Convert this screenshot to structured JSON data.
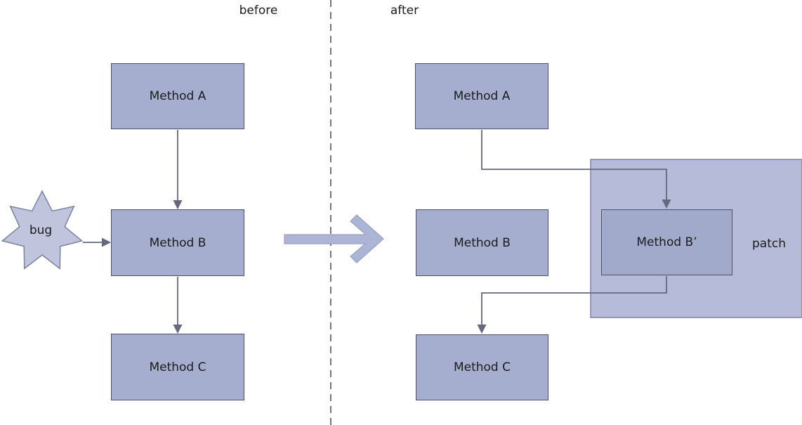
{
  "diagram": {
    "title_left": "before",
    "title_right": "after",
    "bug_label": "bug",
    "patch_label": "patch",
    "left_column": {
      "box_a": "Method A",
      "box_b": "Method B",
      "box_c": "Method C"
    },
    "right_column": {
      "box_a": "Method A",
      "box_b": "Method B",
      "box_b_patched": "Method B’",
      "box_c": "Method C"
    }
  },
  "colors": {
    "box_fill": "#a6aed0",
    "box_border": "#4d5068",
    "box_fill_patched": "#a2aacc",
    "patch_fill": "#b5bbd8",
    "patch_border": "#7e82a0",
    "star_fill": "#c0c5dd",
    "star_border": "#7d81a0",
    "connector_line": "#65687f",
    "divider_line": "#73768a",
    "transform_arrow_fill": "#adb5d6",
    "transform_arrow_stroke": "#9aa1c3",
    "text": "#1c1c1c"
  }
}
